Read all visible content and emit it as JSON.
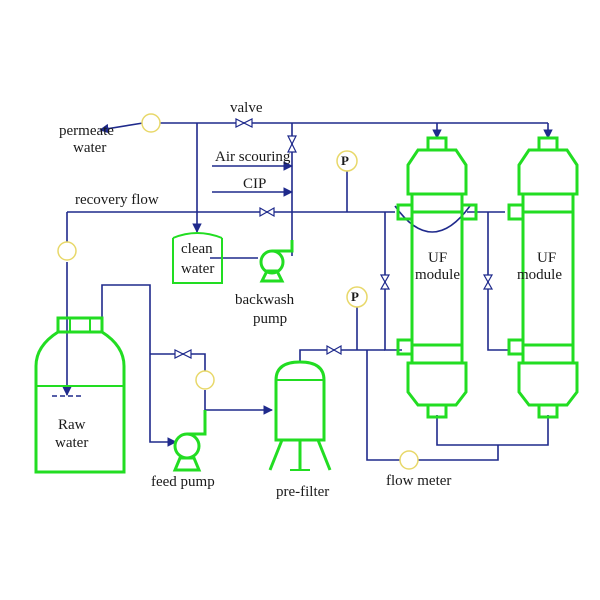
{
  "labels": {
    "permeate": "permeate",
    "water_permeate": "water",
    "valve": "valve",
    "air_scouring": "Air scouring",
    "cip": "CIP",
    "pressure_1": "P",
    "pressure_2": "P",
    "recovery_flow": "recovery flow",
    "clean": "clean",
    "water_clean": "water",
    "backwash": "backwash",
    "pump_backwash": "pump",
    "uf1_line1": "UF",
    "uf1_line2": "module",
    "uf2_line1": "UF",
    "uf2_line2": "module",
    "raw": "Raw",
    "water_raw": "water",
    "feed_pump": "feed pump",
    "pre_filter": "pre-filter",
    "flow_meter": "flow meter"
  },
  "colors": {
    "pipe": "#1f2a8c",
    "equipment": "#22dd22",
    "gauge": "#e8d86a",
    "text": "#1a1a1a"
  }
}
